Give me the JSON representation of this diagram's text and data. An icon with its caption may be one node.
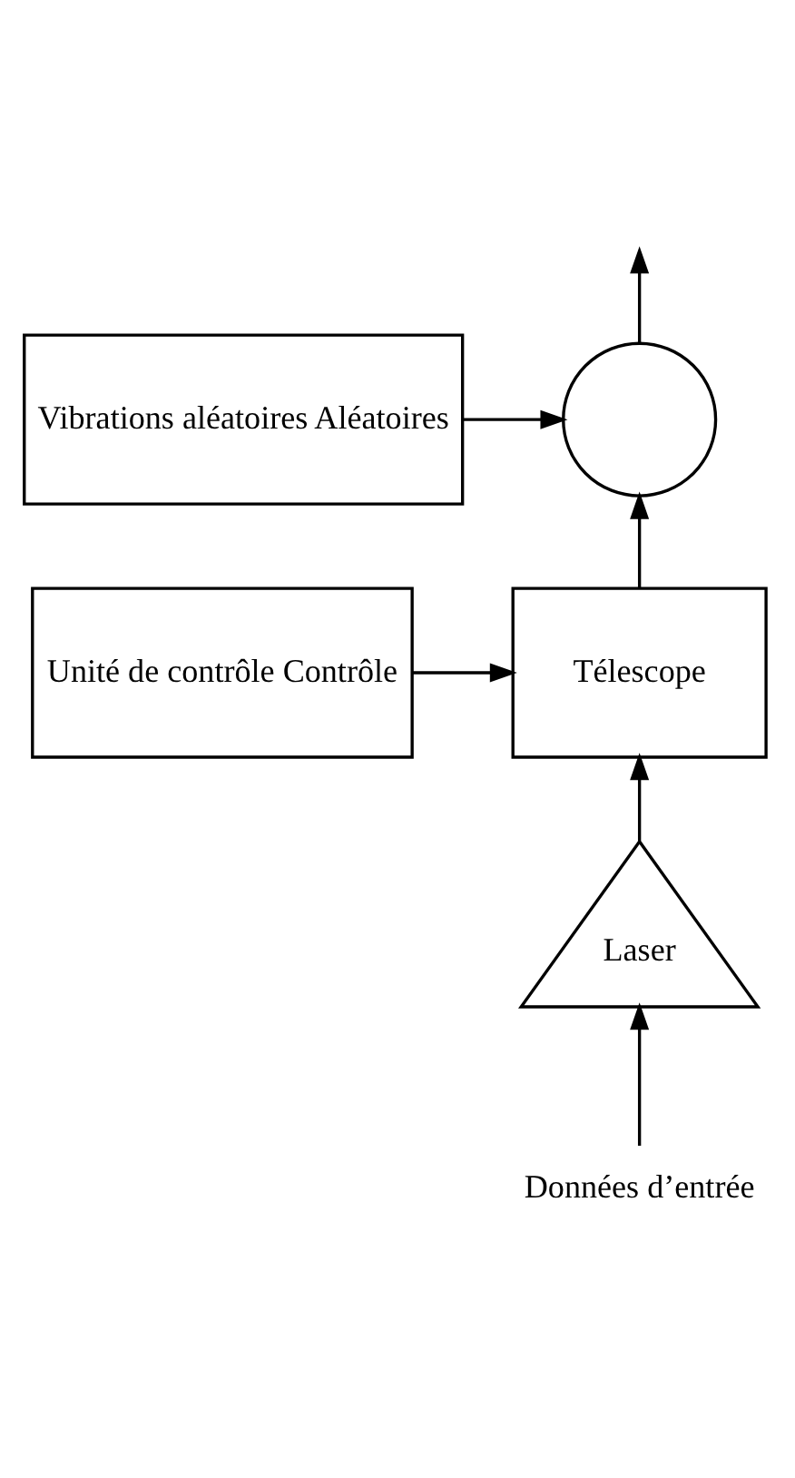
{
  "diagram": {
    "nodes": [
      {
        "text": [],
        "shape": "circle"
      },
      {
        "text": [
          "Vibrations aléatoires Aléatoires"
        ]
      },
      {
        "text": [
          "Télescope"
        ]
      },
      {
        "text": [
          "Unité de contrôle Contrôle"
        ]
      },
      {
        "text": [
          "Laser"
        ]
      },
      {
        "text": [
          "Données d’entrée"
        ]
      }
    ],
    "edges": [
      {
        "from": 0,
        "to": null,
        "arrow": "to"
      },
      {
        "from": 1,
        "to": 0,
        "arrow": "to"
      },
      {
        "from": 2,
        "to": 0,
        "arrow": "to"
      },
      {
        "from": 3,
        "to": 2,
        "arrow": "to"
      },
      {
        "from": 4,
        "to": 2,
        "arrow": "to"
      },
      {
        "from": 5,
        "to": 4,
        "arrow": "to"
      }
    ]
  }
}
